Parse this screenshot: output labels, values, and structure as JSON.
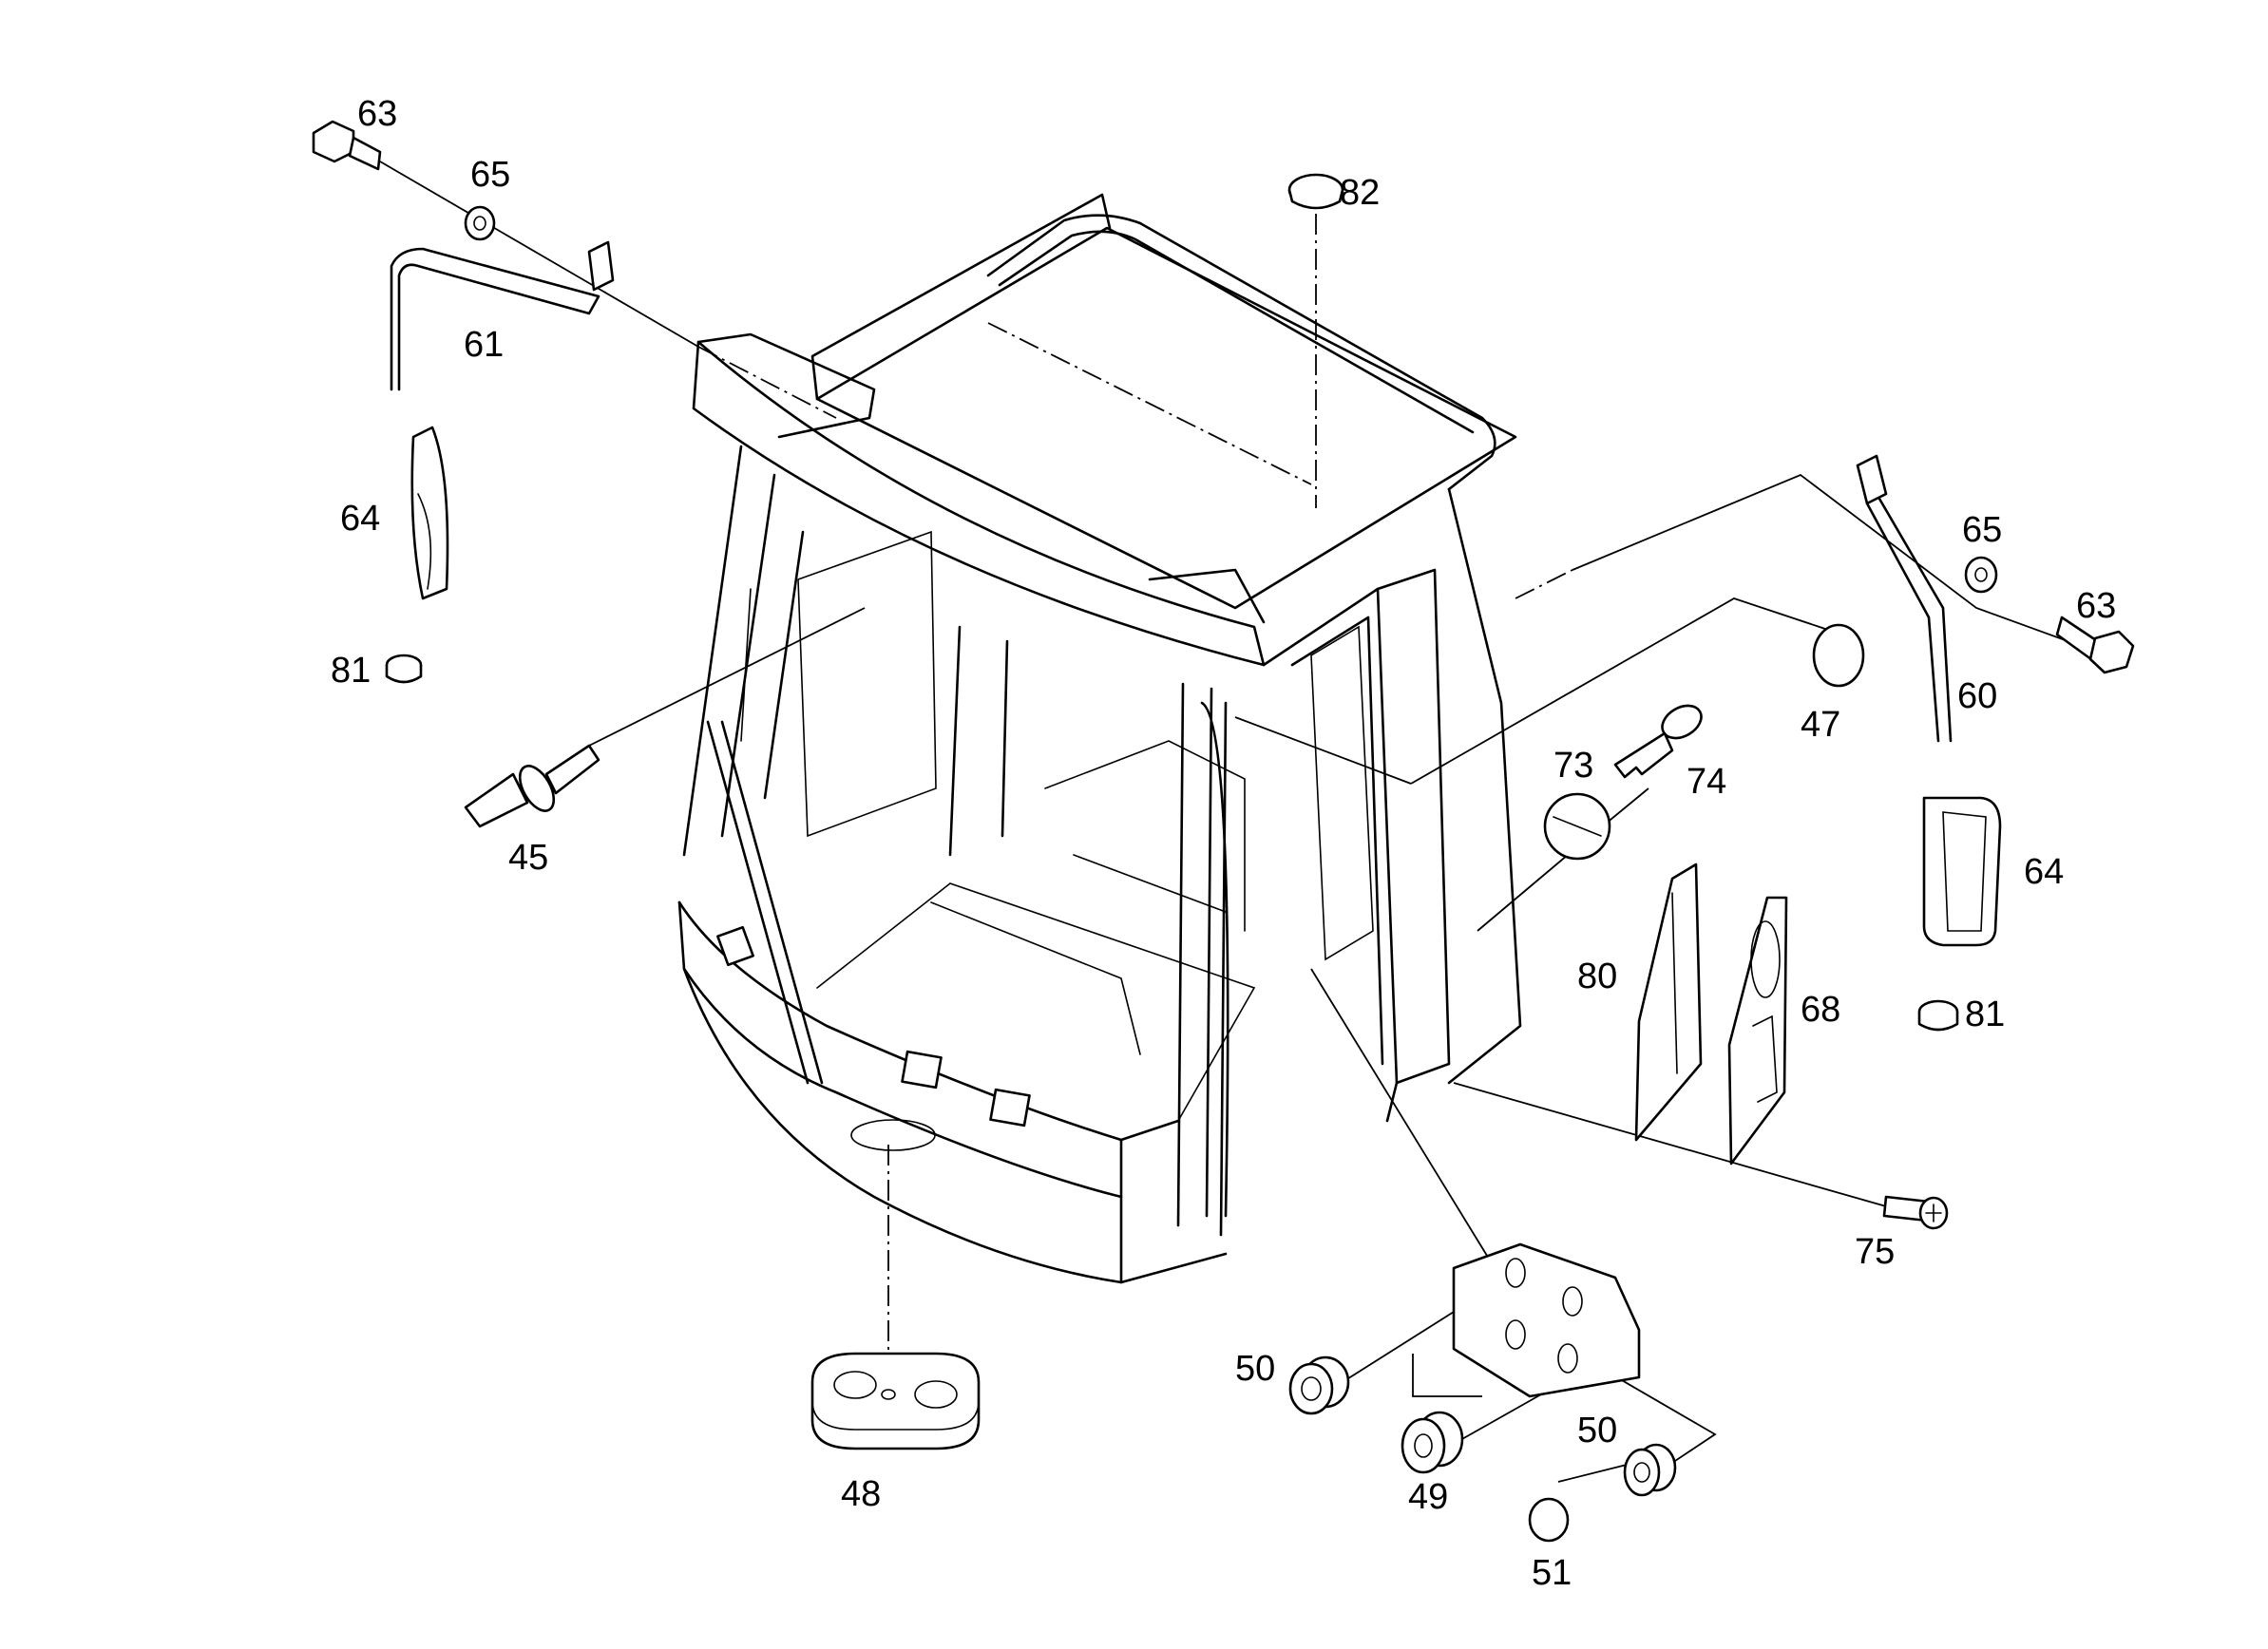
{
  "labels": {
    "l63a": "63",
    "l65a": "65",
    "l82": "82",
    "l61": "61",
    "l64a": "64",
    "l81a": "81",
    "l45": "45",
    "l65b": "65",
    "l63b": "63",
    "l47": "47",
    "l60": "60",
    "l73": "73",
    "l74": "74",
    "l64b": "64",
    "l80": "80",
    "l68": "68",
    "l81b": "81",
    "l75": "75",
    "l50a": "50",
    "l49": "49",
    "l50b": "50",
    "l48": "48",
    "l51": "51"
  },
  "colors": {
    "line": "#000000",
    "background": "#ffffff"
  }
}
